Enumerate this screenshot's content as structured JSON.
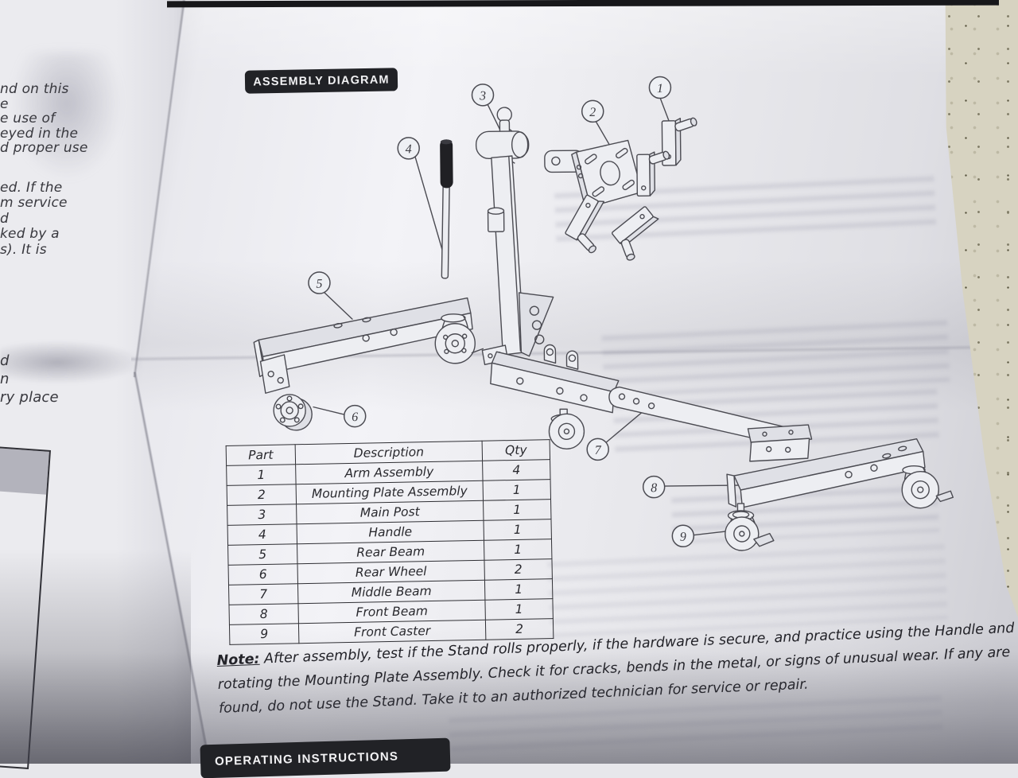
{
  "section_headers": {
    "assembly_diagram": "ASSEMBLY DIAGRAM",
    "operating_instructions": "OPERATING INSTRUCTIONS"
  },
  "parts_table": {
    "headers": [
      "Part",
      "Description",
      "Qty"
    ],
    "rows": [
      [
        "1",
        "Arm Assembly",
        "4"
      ],
      [
        "2",
        "Mounting Plate Assembly",
        "1"
      ],
      [
        "3",
        "Main Post",
        "1"
      ],
      [
        "4",
        "Handle",
        "1"
      ],
      [
        "5",
        "Rear Beam",
        "1"
      ],
      [
        "6",
        "Rear Wheel",
        "2"
      ],
      [
        "7",
        "Middle Beam",
        "1"
      ],
      [
        "8",
        "Front Beam",
        "1"
      ],
      [
        "9",
        "Front Caster",
        "2"
      ]
    ]
  },
  "diagram": {
    "callouts": [
      "1",
      "2",
      "3",
      "4",
      "5",
      "6",
      "7",
      "8",
      "9"
    ]
  },
  "note": {
    "label": "Note:",
    "lines": [
      "After assembly, test if the Stand rolls properly, if the hardware is secure, and practice using the Handle and",
      "rotating the Mounting Plate Assembly. Check it for cracks, bends in the metal, or signs of unusual wear. If any are",
      "found, do not use the Stand. Take it to an authorized technician for service or repair."
    ]
  },
  "left_page_fragments": {
    "block1": [
      "nd on this",
      "e",
      "e use of",
      "eyed in the",
      "d proper use"
    ],
    "block2": [
      "ed. If the",
      "m service",
      "d",
      "ked by a",
      "s). It is"
    ],
    "block3": [
      "d",
      "n",
      "ry place"
    ]
  }
}
